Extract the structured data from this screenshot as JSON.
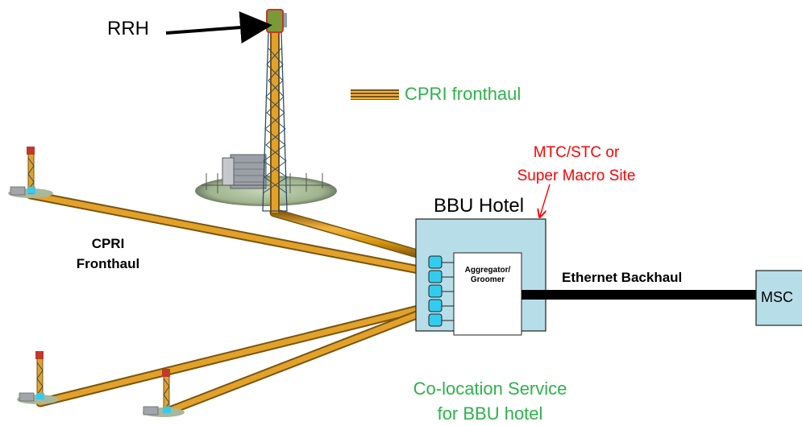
{
  "labels": {
    "rrh": "RRH",
    "legend": "CPRI fronthaul",
    "site_type": "MTC/STC or\nSuper Macro Site",
    "bbu_hotel": "BBU Hotel",
    "cpri_fronthaul": "CPRI\nFronthaul",
    "aggregator": "Aggregator/\nGroomer",
    "ethernet_backhaul": "Ethernet Backhaul",
    "msc": "MSC",
    "colocation": "Co-location Service\nfor BBU hotel"
  },
  "colors": {
    "fronthaul": "#d9960f",
    "fronthaul_stripe": "#7a5410",
    "label_green": "#2db34a",
    "label_red": "#ff0000",
    "bbu_box": "#b7dde8",
    "port": "#33ccee",
    "backhaul": "#000000"
  },
  "icons": [
    "main-tower-icon",
    "tower-icon",
    "equipment-shelter-icon",
    "arrow-icon"
  ]
}
